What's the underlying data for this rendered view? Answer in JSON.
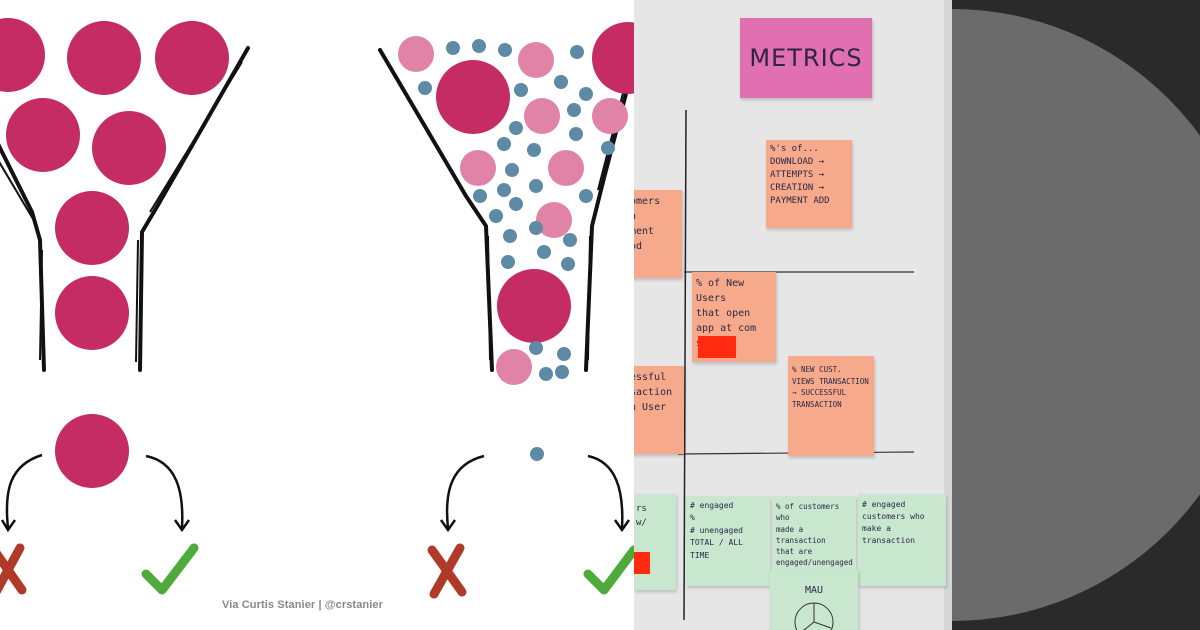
{
  "credit": "Via Curtis Stanier | @crstanier",
  "colors": {
    "magenta": "#c42c63",
    "pink": "#e083a6",
    "blue_dot": "#5f8aa6",
    "cross_red": "#b03a2a",
    "check_green": "#4eaa3a",
    "salmon_note": "#f7a98b",
    "mint_note": "#c9e6cf",
    "metrics_note": "#e070b0"
  },
  "board": {
    "title": "METRICS",
    "notes": [
      {
        "id": "download",
        "text": "%'s of...\nDOWNLOAD →\nATTEMPTS →\nCREATION →\nPAYMENT ADD"
      },
      {
        "id": "customers-cut",
        "text": "omers\na\nment\nod"
      },
      {
        "id": "new-users",
        "text": "% of New Users\nthat open\napp at com\nsite"
      },
      {
        "id": "new-cust",
        "text": "% NEW CUST.\nVIEWS TRANSACTION\n→ SUCCESSFUL\nTRANSACTION"
      },
      {
        "id": "successful-cut",
        "text": "essful\nsaction\nn User"
      },
      {
        "id": "engaged-ratio",
        "text": "# engaged\n%\n# unengaged\nTOTAL / ALL TIME"
      },
      {
        "id": "customers-transaction",
        "text": "% of customers who\nmade a transaction\nthat are\nengaged/unengaged"
      },
      {
        "id": "engaged-customers",
        "text": "# engaged\ncustomers who\nmake a transaction"
      },
      {
        "id": "mau",
        "text": "MAU"
      },
      {
        "id": "cut-bottom-left",
        "text": "rs\nw/"
      }
    ]
  }
}
